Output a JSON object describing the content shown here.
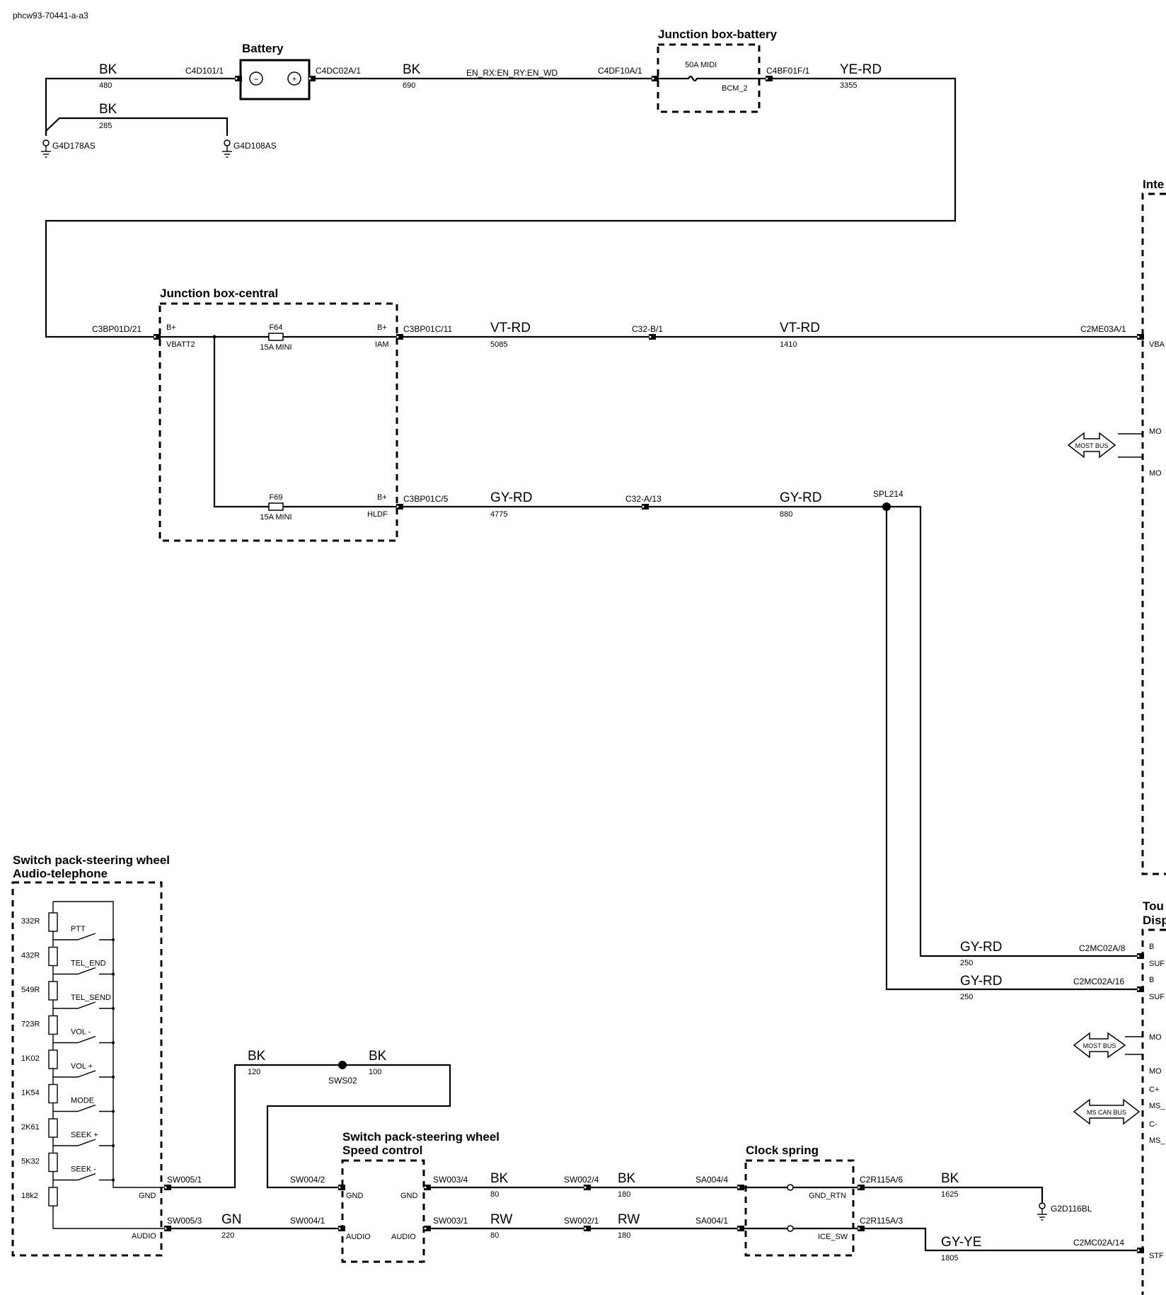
{
  "doc_id": "phcw93-70441-a-a3",
  "components": {
    "battery": "Battery",
    "jb_battery": "Junction box-battery",
    "jb_central": "Junction box-central",
    "sp_audio_l1": "Switch pack-steering wheel",
    "sp_audio_l2": "Audio-telephone",
    "sp_speed_l1": "Switch pack-steering wheel",
    "sp_speed_l2": "Speed control",
    "clock_spring": "Clock spring",
    "integrated_partial": "Inte",
    "touch_l1_partial": "Tou",
    "touch_l2_partial": "Disp"
  },
  "wires": {
    "w480": {
      "color": "BK",
      "gauge": "480"
    },
    "w285": {
      "color": "BK",
      "gauge": "285"
    },
    "w690": {
      "color": "BK",
      "gauge": "690"
    },
    "w3355": {
      "color": "YE-RD",
      "gauge": "3355"
    },
    "w5085": {
      "color": "VT-RD",
      "gauge": "5085"
    },
    "w1410": {
      "color": "VT-RD",
      "gauge": "1410"
    },
    "w4775": {
      "color": "GY-RD",
      "gauge": "4775"
    },
    "w880": {
      "color": "GY-RD",
      "gauge": "880"
    },
    "w250a": {
      "color": "GY-RD",
      "gauge": "250"
    },
    "w250b": {
      "color": "GY-RD",
      "gauge": "250"
    },
    "w120": {
      "color": "BK",
      "gauge": "120"
    },
    "w100": {
      "color": "BK",
      "gauge": "100"
    },
    "w220": {
      "color": "GN",
      "gauge": "220"
    },
    "w80bk": {
      "color": "BK",
      "gauge": "80"
    },
    "w180bk": {
      "color": "BK",
      "gauge": "180"
    },
    "w1625": {
      "color": "BK",
      "gauge": "1625"
    },
    "w80rw": {
      "color": "RW",
      "gauge": "80"
    },
    "w180rw": {
      "color": "RW",
      "gauge": "180"
    },
    "w1805": {
      "color": "GY-YE",
      "gauge": "1805"
    }
  },
  "connectors": {
    "c4d101": "C4D101/1",
    "c4dc02a": "C4DC02A/1",
    "c4df10a": "C4DF10A/1",
    "c4bf01f": "C4BF01F/1",
    "c3bp01d": "C3BP01D/21",
    "c3bp01c11": "C3BP01C/11",
    "c32b": "C32-B/1",
    "c2me03a": "C2ME03A/1",
    "c3bp01c5": "C3BP01C/5",
    "c32a": "C32-A/13",
    "c2mc02a8": "C2MC02A/8",
    "c2mc02a16": "C2MC02A/16",
    "c2mc02a14": "C2MC02A/14",
    "sw005_1": "SW005/1",
    "sw005_3": "SW005/3",
    "sw004_2": "SW004/2",
    "sw004_1": "SW004/1",
    "sw003_4": "SW003/4",
    "sw003_1": "SW003/1",
    "sw002_4": "SW002/4",
    "sw002_1": "SW002/1",
    "sa004_4": "SA004/4",
    "sa004_1": "SA004/1",
    "c2r115a6": "C2R115A/6",
    "c2r115a3": "C2R115A/3"
  },
  "grounds": {
    "g1": "G4D178AS",
    "g2": "G4D108AS",
    "g3": "G2D116BL"
  },
  "splices": {
    "spl214": "SPL214",
    "sws02": "SWS02"
  },
  "net_label": "EN_RX:EN_RY:EN_WD",
  "fuses": {
    "midi": "50A MIDI",
    "bcm": "BCM_2",
    "f64": "F64",
    "f64_rating": "15A MINI",
    "f69": "F69",
    "f69_rating": "15A MINI"
  },
  "pins": {
    "bplus1": "B+",
    "vbatt2": "VBATT2",
    "bplus2": "B+",
    "iam": "IAM",
    "bplus3": "B+",
    "hldf": "HLDF",
    "vba": "VBA",
    "mo1": "MO",
    "mo2": "MO",
    "b1": "B",
    "sur1": "SUF",
    "b2": "B",
    "sur2": "SUF",
    "mo3": "MO",
    "mo4": "MO",
    "cplus": "C+",
    "ms1": "MS_",
    "cminus": "C-",
    "ms2": "MS_",
    "str": "STF",
    "gnd_a": "GND",
    "audio_a": "AUDIO",
    "gnd_b1": "GND",
    "gnd_b2": "GND",
    "audio_b1": "AUDIO",
    "audio_b2": "AUDIO",
    "gnd_rtn": "GND_RTN",
    "ice_sw": "ICE_SW",
    "neg": "−",
    "pos": "+"
  },
  "bus_labels": {
    "most1": "MOST BUS",
    "most2": "MOST BUS",
    "mscan": "MS CAN BUS"
  },
  "switch_ladder": [
    {
      "res": "332R",
      "sw": "PTT"
    },
    {
      "res": "432R",
      "sw": "TEL_END"
    },
    {
      "res": "549R",
      "sw": "TEL_SEND"
    },
    {
      "res": "723R",
      "sw": "VOL -"
    },
    {
      "res": "1K02",
      "sw": "VOL +"
    },
    {
      "res": "1K54",
      "sw": "MODE"
    },
    {
      "res": "2K61",
      "sw": "SEEK +"
    },
    {
      "res": "5K32",
      "sw": "SEEK -"
    },
    {
      "res": "18k2",
      "sw": ""
    }
  ]
}
